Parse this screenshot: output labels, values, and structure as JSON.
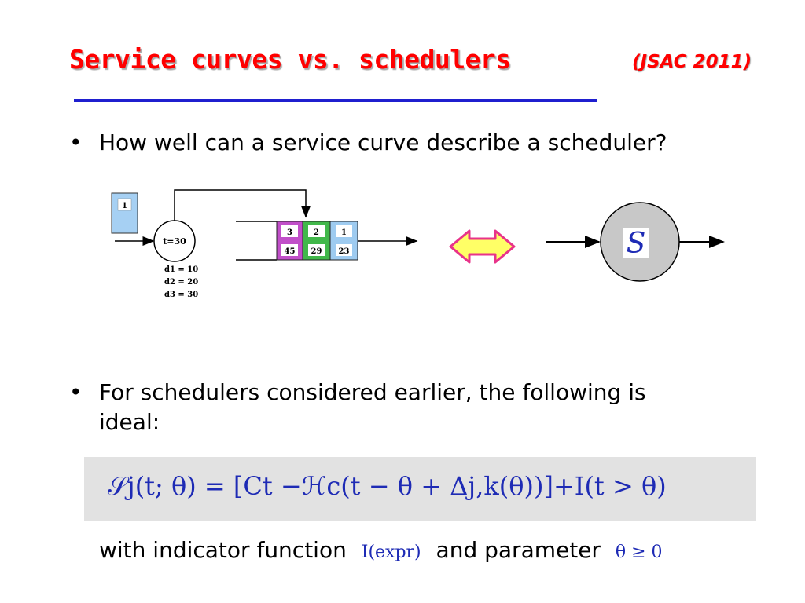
{
  "slide": {
    "title": "Service curves vs. schedulers",
    "subtitle": "(JSAC 2011)",
    "bullets": [
      "How well can a service curve describe a scheduler?",
      "For schedulers considered earlier, the following is",
      "ideal:"
    ],
    "indicator_text_before": "with indicator function",
    "indicator_expr": "I(expr)",
    "indicator_text_middle": "and parameter",
    "parameter_expr": "θ ≥ 0"
  },
  "diagram": {
    "incoming_packet": "1",
    "clock_label": "t=30",
    "deadlines": [
      "d1 = 10",
      "d2 = 20",
      "d3 = 30"
    ],
    "queue_cells": [
      {
        "top": "3",
        "bottom": "45",
        "color": "#c14fc9"
      },
      {
        "top": "2",
        "bottom": "29",
        "color": "#41b84a"
      },
      {
        "top": "1",
        "bottom": "23",
        "color": "#9ecbf0"
      }
    ],
    "server_symbol": "S",
    "arrow_fill": "#ffff66",
    "arrow_stroke": "#e8338a",
    "circle_fill": "#c8c8c8"
  },
  "formula": {
    "lhs": "𝒮j(t; θ)",
    "rhs": "= [Ct −ℋc(t − θ + Δj,k(θ))]+I(t > θ)"
  }
}
